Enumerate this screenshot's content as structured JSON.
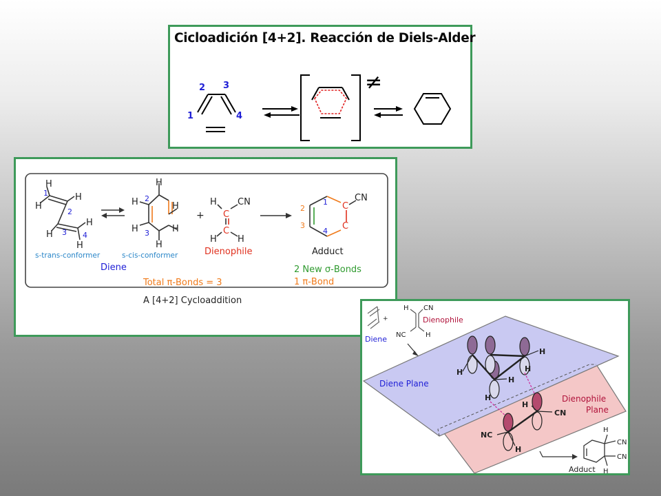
{
  "top_panel": {
    "title": "Cicloadición [4+2]. Reacción de Diels-Alder",
    "numbers": [
      "1",
      "2",
      "3",
      "4"
    ],
    "ts_symbol": "≠"
  },
  "middle_panel": {
    "h": "H",
    "c": "C",
    "cn": "CN",
    "plus": "+",
    "diene_numbers": [
      "1",
      "2",
      "3",
      "4"
    ],
    "s_trans": "s-trans-conformer",
    "s_cis": "s-cis-conformer",
    "diene": "Diene",
    "dienophile": "Dienophile",
    "adduct": "Adduct",
    "total_pi": "Total π-Bonds = 3",
    "new_sigma": "2 New σ-Bonds",
    "one_pi": "1 π-Bond",
    "caption": "A [4+2] Cycloaddition"
  },
  "diagram_3d": {
    "h": "H",
    "cn": "CN",
    "nc": "NC",
    "plus": "+",
    "diene": "Diene",
    "dienophile": "Dienophile",
    "diene_plane": "Diene Plane",
    "dienophile_plane_1": "Dienophile",
    "dienophile_plane_2": "Plane",
    "adduct": "Adduct"
  },
  "colors": {
    "panel_border": "#3e9a5a",
    "blue": "#1f1fd6",
    "orange": "#f07a1a",
    "green": "#2e9a2e",
    "red": "#e0301e",
    "plane_blue": "#c9c9f2",
    "plane_pink": "#f4c7c7"
  }
}
